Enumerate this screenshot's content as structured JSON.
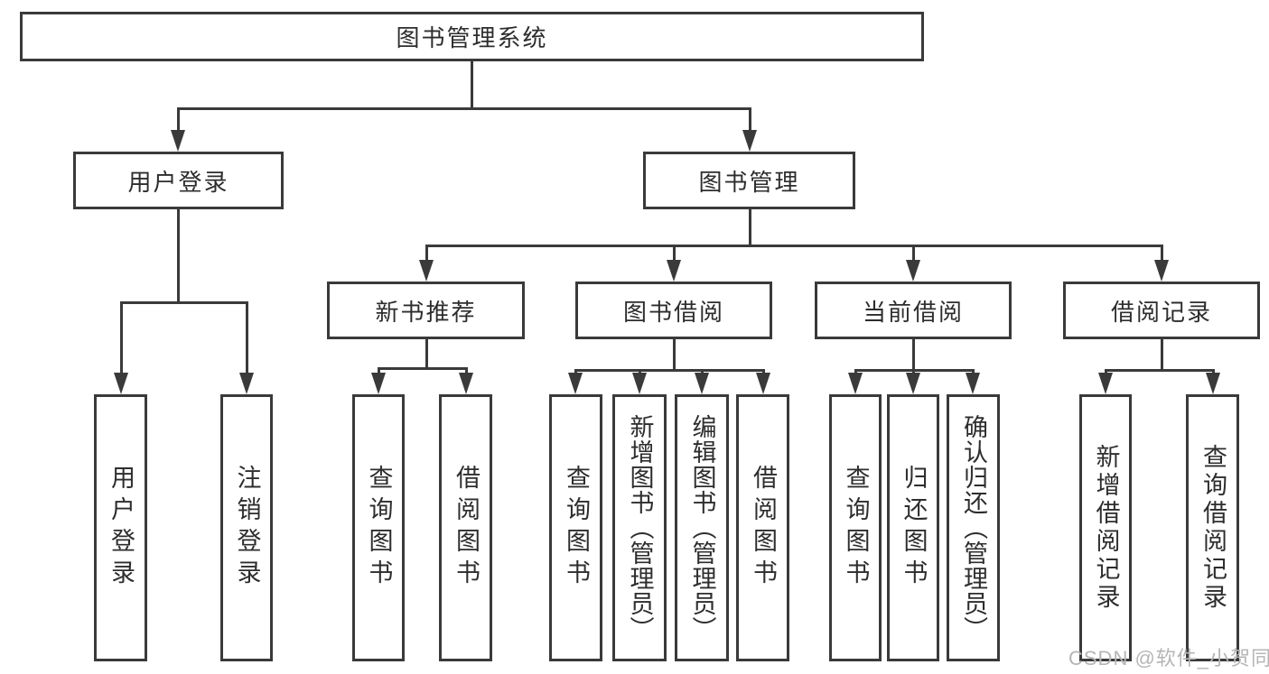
{
  "diagram": {
    "title": "图书管理系统",
    "type": "hierarchy",
    "nodes": [
      {
        "id": "root",
        "label": "图书管理系统",
        "parent": null
      },
      {
        "id": "user-login",
        "label": "用户登录",
        "parent": "root"
      },
      {
        "id": "book-management",
        "label": "图书管理",
        "parent": "root"
      },
      {
        "id": "new-book-recommend",
        "label": "新书推荐",
        "parent": "book-management"
      },
      {
        "id": "book-borrowing",
        "label": "图书借阅",
        "parent": "book-management"
      },
      {
        "id": "current-borrowing",
        "label": "当前借阅",
        "parent": "book-management"
      },
      {
        "id": "borrowing-records",
        "label": "借阅记录",
        "parent": "book-management"
      },
      {
        "id": "leaf-user-login",
        "label": "用户登录",
        "parent": "user-login"
      },
      {
        "id": "leaf-logout-login",
        "label": "注销登录",
        "parent": "user-login"
      },
      {
        "id": "leaf-nbr-query-books",
        "label": "查询图书",
        "parent": "new-book-recommend"
      },
      {
        "id": "leaf-nbr-borrow-books",
        "label": "借阅图书",
        "parent": "new-book-recommend"
      },
      {
        "id": "leaf-bb-query-books",
        "label": "查询图书",
        "parent": "book-borrowing"
      },
      {
        "id": "leaf-bb-add-books",
        "label": "新增图书（管理员）",
        "parent": "book-borrowing"
      },
      {
        "id": "leaf-bb-edit-books",
        "label": "编辑图书（管理员）",
        "parent": "book-borrowing"
      },
      {
        "id": "leaf-bb-borrow-books",
        "label": "借阅图书",
        "parent": "book-borrowing"
      },
      {
        "id": "leaf-cb-query-books",
        "label": "查询图书",
        "parent": "current-borrowing"
      },
      {
        "id": "leaf-cb-return-books",
        "label": "归还图书",
        "parent": "current-borrowing"
      },
      {
        "id": "leaf-cb-confirm-return",
        "label": "确认归还（管理员）",
        "parent": "current-borrowing"
      },
      {
        "id": "leaf-br-add-record",
        "label": "新增借阅记录",
        "parent": "borrowing-records"
      },
      {
        "id": "leaf-br-query-record",
        "label": "查询借阅记录",
        "parent": "borrowing-records"
      }
    ]
  },
  "watermark": {
    "text": "CSDN @软件_小贺同学"
  },
  "colors": {
    "line": "#3a3a3a",
    "text": "#2d2d2d",
    "background": "#ffffff",
    "watermark": "#b5b5b5"
  }
}
